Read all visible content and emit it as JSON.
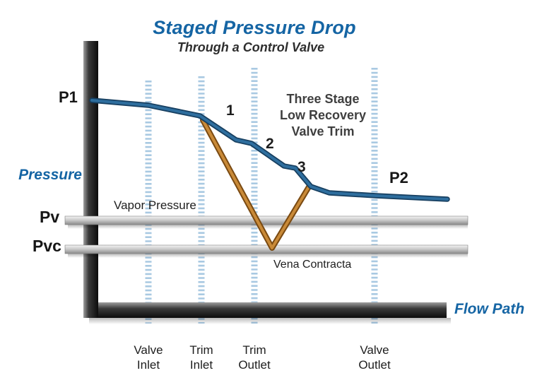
{
  "title": "Staged Pressure Drop",
  "subtitle": "Through a Control Valve",
  "axes": {
    "y_label": "Pressure",
    "x_label": "Flow Path"
  },
  "pressure_labels": {
    "p1": "P1",
    "p2": "P2",
    "pv": "Pv",
    "pvc": "Pvc"
  },
  "annotations": {
    "vapor_pressure": "Vapor Pressure",
    "vena_contracta": "Vena Contracta",
    "trim_note_lines": [
      "Three Stage",
      "Low Recovery",
      "Valve Trim"
    ],
    "stage_numbers": [
      "1",
      "2",
      "3"
    ]
  },
  "x_ticks": [
    {
      "line1": "Valve",
      "line2": "Inlet"
    },
    {
      "line1": "Trim",
      "line2": "Inlet"
    },
    {
      "line1": "Trim",
      "line2": "Outlet"
    },
    {
      "line1": "Valve",
      "line2": "Outlet"
    }
  ],
  "colors": {
    "title_blue": "#1565a4",
    "pressure_line_blue": "#2e6e9e",
    "pressure_line_edge": "#173f60",
    "vena_line_orange": "#c98a38",
    "vena_line_edge": "#7a4a12",
    "dashed_line_blue": "#a9c9e2",
    "axis_dark": "#0c0c0c",
    "gray_bar": "#c6c6c6",
    "text_dark": "#1e1e1e"
  },
  "paths": {
    "pressure_line": "130,142 210,149 283,164 334,198 356,203 402,235 418,238 440,264 466,273 532,277 633,282",
    "vena_contracta_line": "287,170 385,351 438,263"
  }
}
